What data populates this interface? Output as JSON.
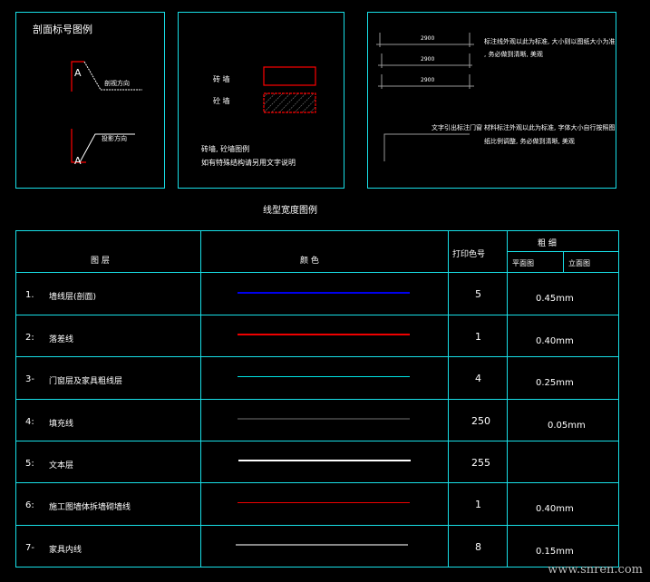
{
  "section_legend": {
    "title": "剖面标号图例",
    "marker_letter": "A",
    "direction_label_1": "剖视方向",
    "direction_label_2": "投影方向"
  },
  "wall_legend": {
    "brick_wall": "砖 墙",
    "concrete_wall": "砼 墙",
    "note_line_1": "砖墙, 砼墙图例",
    "note_line_2": "如有特殊结构请另用文字说明"
  },
  "dimension_legend": {
    "dim_values": [
      "2900",
      "2900",
      "2900"
    ],
    "dim_note_line_1": "标注线外观以此为标准, 大小则以图纸大小为准",
    "dim_note_line_2": ", 务必做到清晰, 美观",
    "leader_label": "文字引出标注门窗",
    "material_note_line_1": "材料标注外观以此为标准, 字体大小自行按照图",
    "material_note_line_2": "纸比例调整, 务必做到清晰, 美观"
  },
  "table": {
    "title": "线型宽度图例",
    "headers": {
      "layer": "图 层",
      "color": "颜 色",
      "print_color": "打印色号",
      "thickness": "粗 细",
      "plan": "平面图",
      "elevation": "立面图"
    },
    "rows": [
      {
        "index": "1.",
        "layer": "墙线层(剖面)",
        "line_color": "#0000ee",
        "print_color": "5",
        "plan_width": "0.45mm"
      },
      {
        "index": "2:",
        "layer": "落差线",
        "line_color": "#ee0000",
        "print_color": "1",
        "plan_width": "0.40mm"
      },
      {
        "index": "3-",
        "layer": "门窗层及家具粗线层",
        "line_color": "#00e5e5",
        "print_color": "4",
        "plan_width": "0.25mm"
      },
      {
        "index": "4:",
        "layer": "填充线",
        "line_color": "#3a3a3a",
        "print_color": "250",
        "plan_width": "0.05mm"
      },
      {
        "index": "5:",
        "layer": "文本层",
        "line_color": "#ffffff",
        "print_color": "255",
        "plan_width": ""
      },
      {
        "index": "6:",
        "layer": "施工图墙体拆墙砌墙线",
        "line_color": "#ee0000",
        "print_color": "1",
        "plan_width": "0.40mm"
      },
      {
        "index": "7-",
        "layer": "家具内线",
        "line_color": "#888888",
        "print_color": "8",
        "plan_width": "0.15mm"
      }
    ]
  },
  "watermark": "www.snren.com"
}
